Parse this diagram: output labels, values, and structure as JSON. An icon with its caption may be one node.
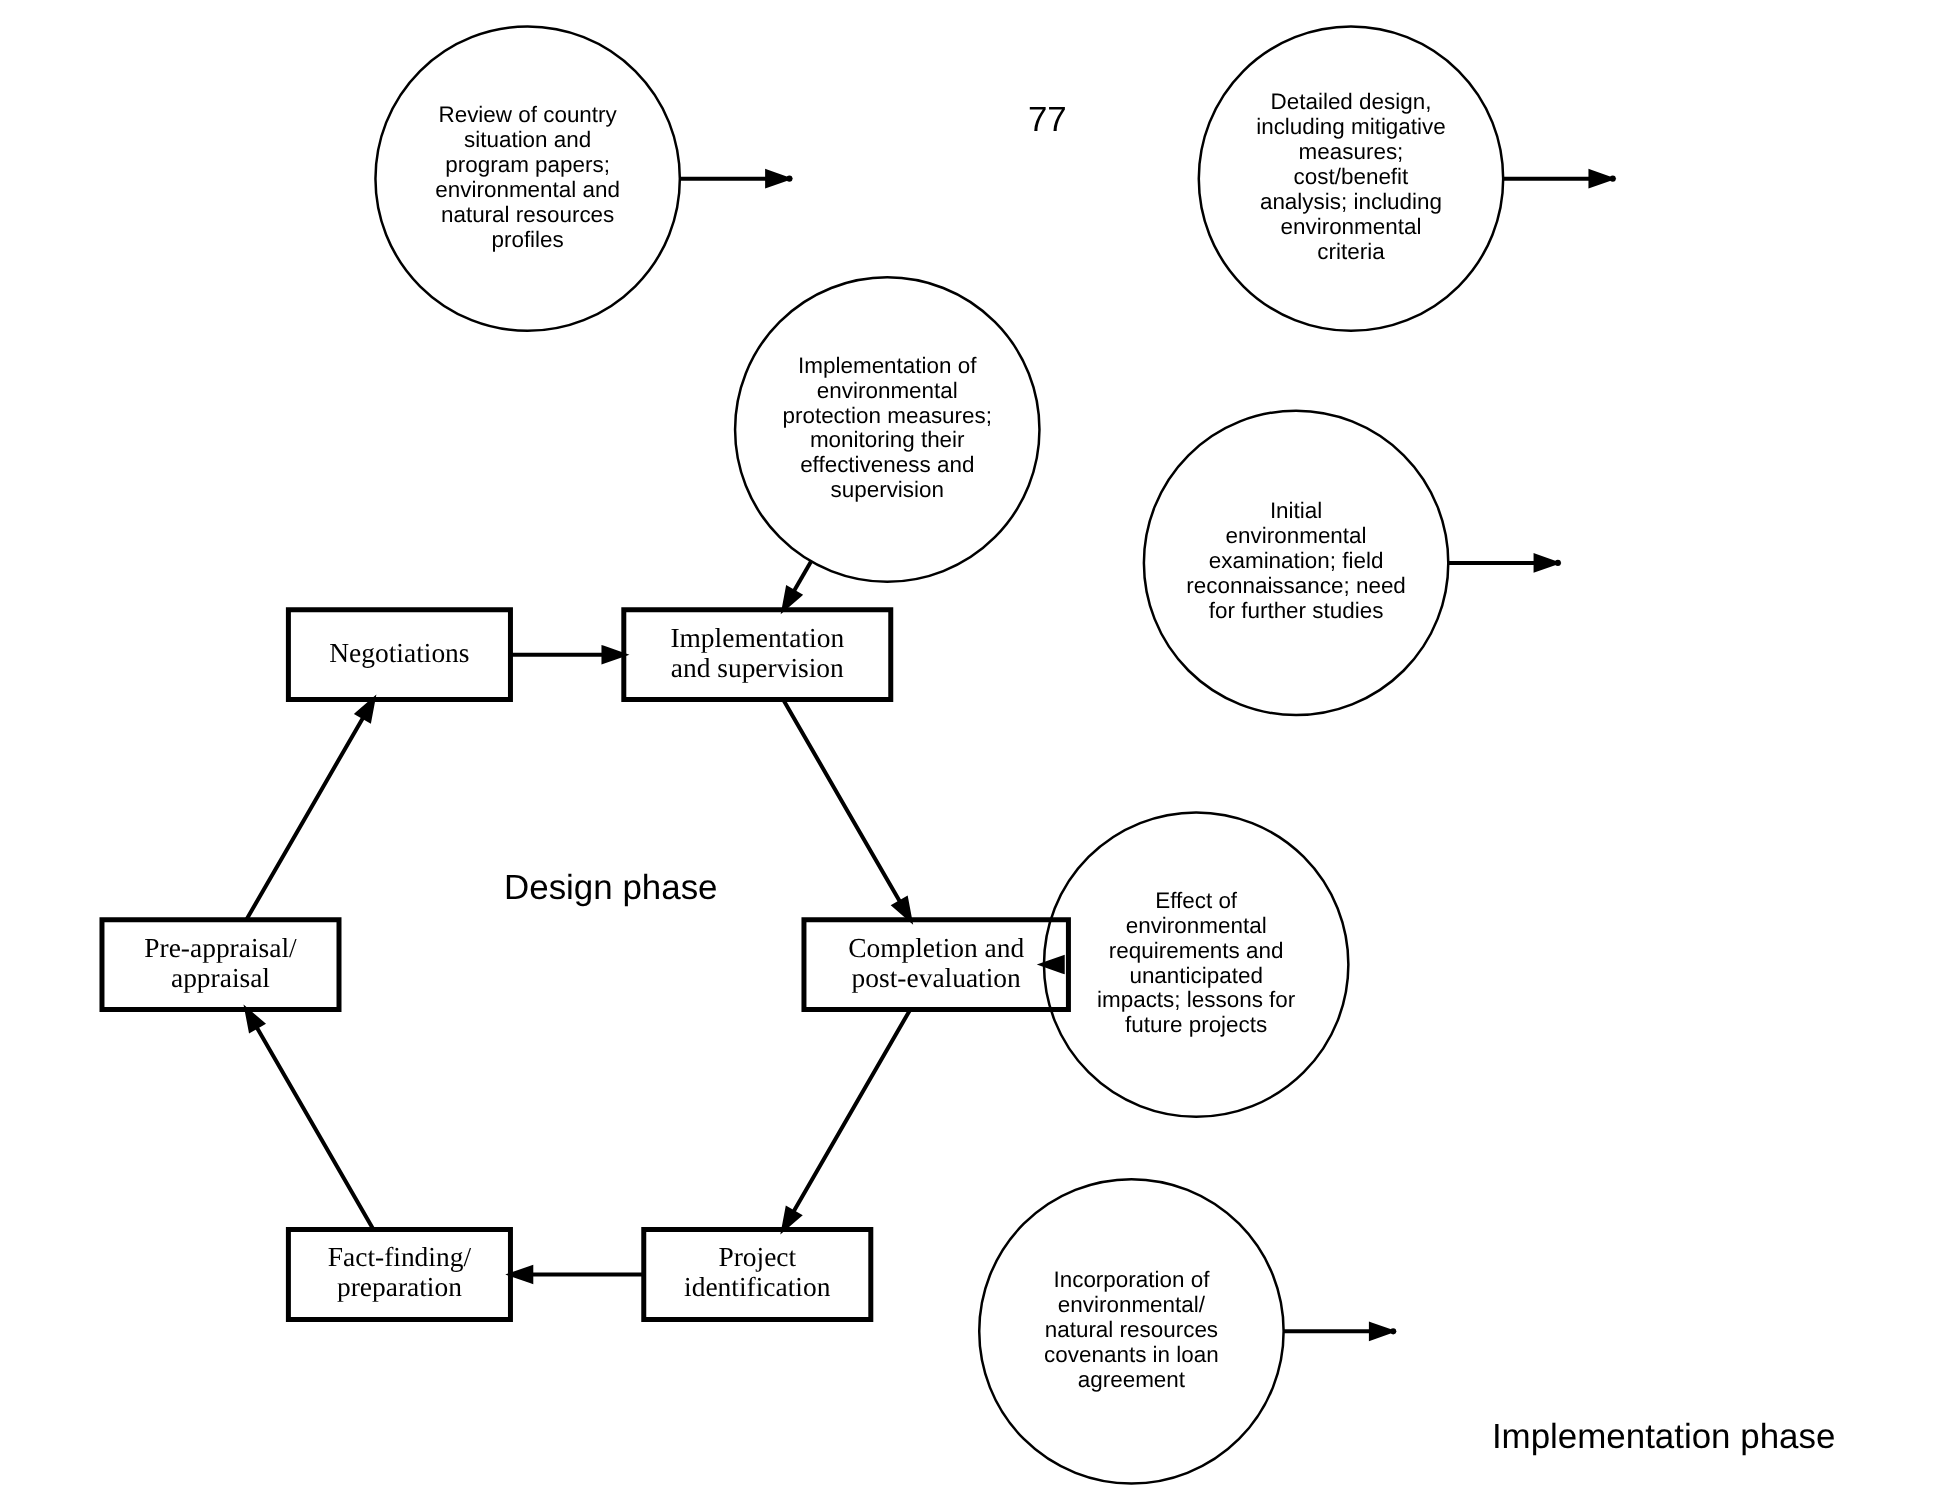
{
  "diagram": {
    "nodes": [
      {
        "text": [
          "Fact-finding/ preparation"
        ]
      },
      {
        "text": [
          "Pre-appraisal/ appraisal"
        ]
      },
      {
        "text": [
          "Negotiations"
        ]
      },
      {
        "text": [
          "Implementation and supervision"
        ]
      },
      {
        "text": [
          "Completion and post-evaluation"
        ]
      },
      {
        "text": [
          "Project identification"
        ]
      },
      {
        "text": [
          "Initial environmental examination; field reconnaissance; need for further studies"
        ]
      },
      {
        "text": [
          "Detailed design, including mitigative measures; cost/benefit analysis; including environmental criteria"
        ]
      },
      {
        "text": [
          "Review of country situation and program papers; environmental and natural resources profiles"
        ]
      },
      {
        "text": [
          "Incorporation of environmental/ natural resources covenants in loan agreement"
        ]
      },
      {
        "text": [
          "Effect of environmental requirements and unanticipated impacts; lessons for future projects"
        ]
      },
      {
        "text": [
          "Implementation of environmental protection measures; monitoring their effectiveness and supervision"
        ]
      }
    ],
    "edges": [
      {
        "from": 5,
        "to": 0,
        "arrow": "to"
      },
      {
        "from": 0,
        "to": 1,
        "arrow": "to"
      },
      {
        "from": 1,
        "to": 2,
        "arrow": "to"
      },
      {
        "from": 2,
        "to": 3,
        "arrow": "to"
      },
      {
        "from": 3,
        "to": 4,
        "arrow": "to"
      },
      {
        "from": 4,
        "to": 5,
        "arrow": "to"
      },
      {
        "from": 6,
        "to": null,
        "arrow": "to"
      },
      {
        "from": 7,
        "to": null,
        "arrow": "to"
      },
      {
        "from": 8,
        "to": null,
        "arrow": "to"
      },
      {
        "from": 9,
        "to": null,
        "arrow": "to"
      },
      {
        "from": 10,
        "to": 4,
        "arrow": "to"
      },
      {
        "from": 11,
        "to": 3,
        "arrow": "to"
      }
    ],
    "labels": [
      "77",
      "Design phase",
      "Implementation phase"
    ]
  }
}
